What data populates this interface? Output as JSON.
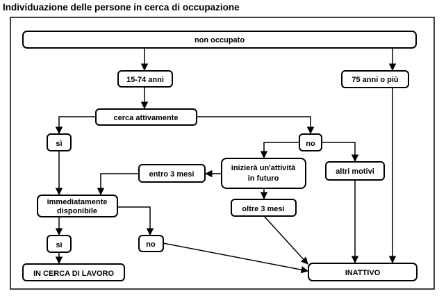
{
  "title": "Individuazione delle persone in cerca di occupazione",
  "colors": {
    "stroke": "#000000",
    "background": "#ffffff"
  },
  "nodes": {
    "non_occupato": "non occupato",
    "eta_15_74": "15-74 anni",
    "eta_75_plus": "75 anni o più",
    "cerca_attivamente": "cerca attivamente",
    "si_cerca": "sì",
    "no_cerca": "no",
    "iniziera_line1": "inizierà un'attività",
    "iniziera_line2": "in futuro",
    "altri_motivi": "altri motivi",
    "entro_3_mesi": "entro 3 mesi",
    "oltre_3_mesi": "oltre 3 mesi",
    "immediatamente_line1": "immediatamente",
    "immediatamente_line2": "disponibile",
    "si_disponibile": "sì",
    "no_disponibile": "no",
    "in_cerca_di_lavoro": "IN CERCA DI LAVORO",
    "inattivo": "INATTIVO"
  }
}
